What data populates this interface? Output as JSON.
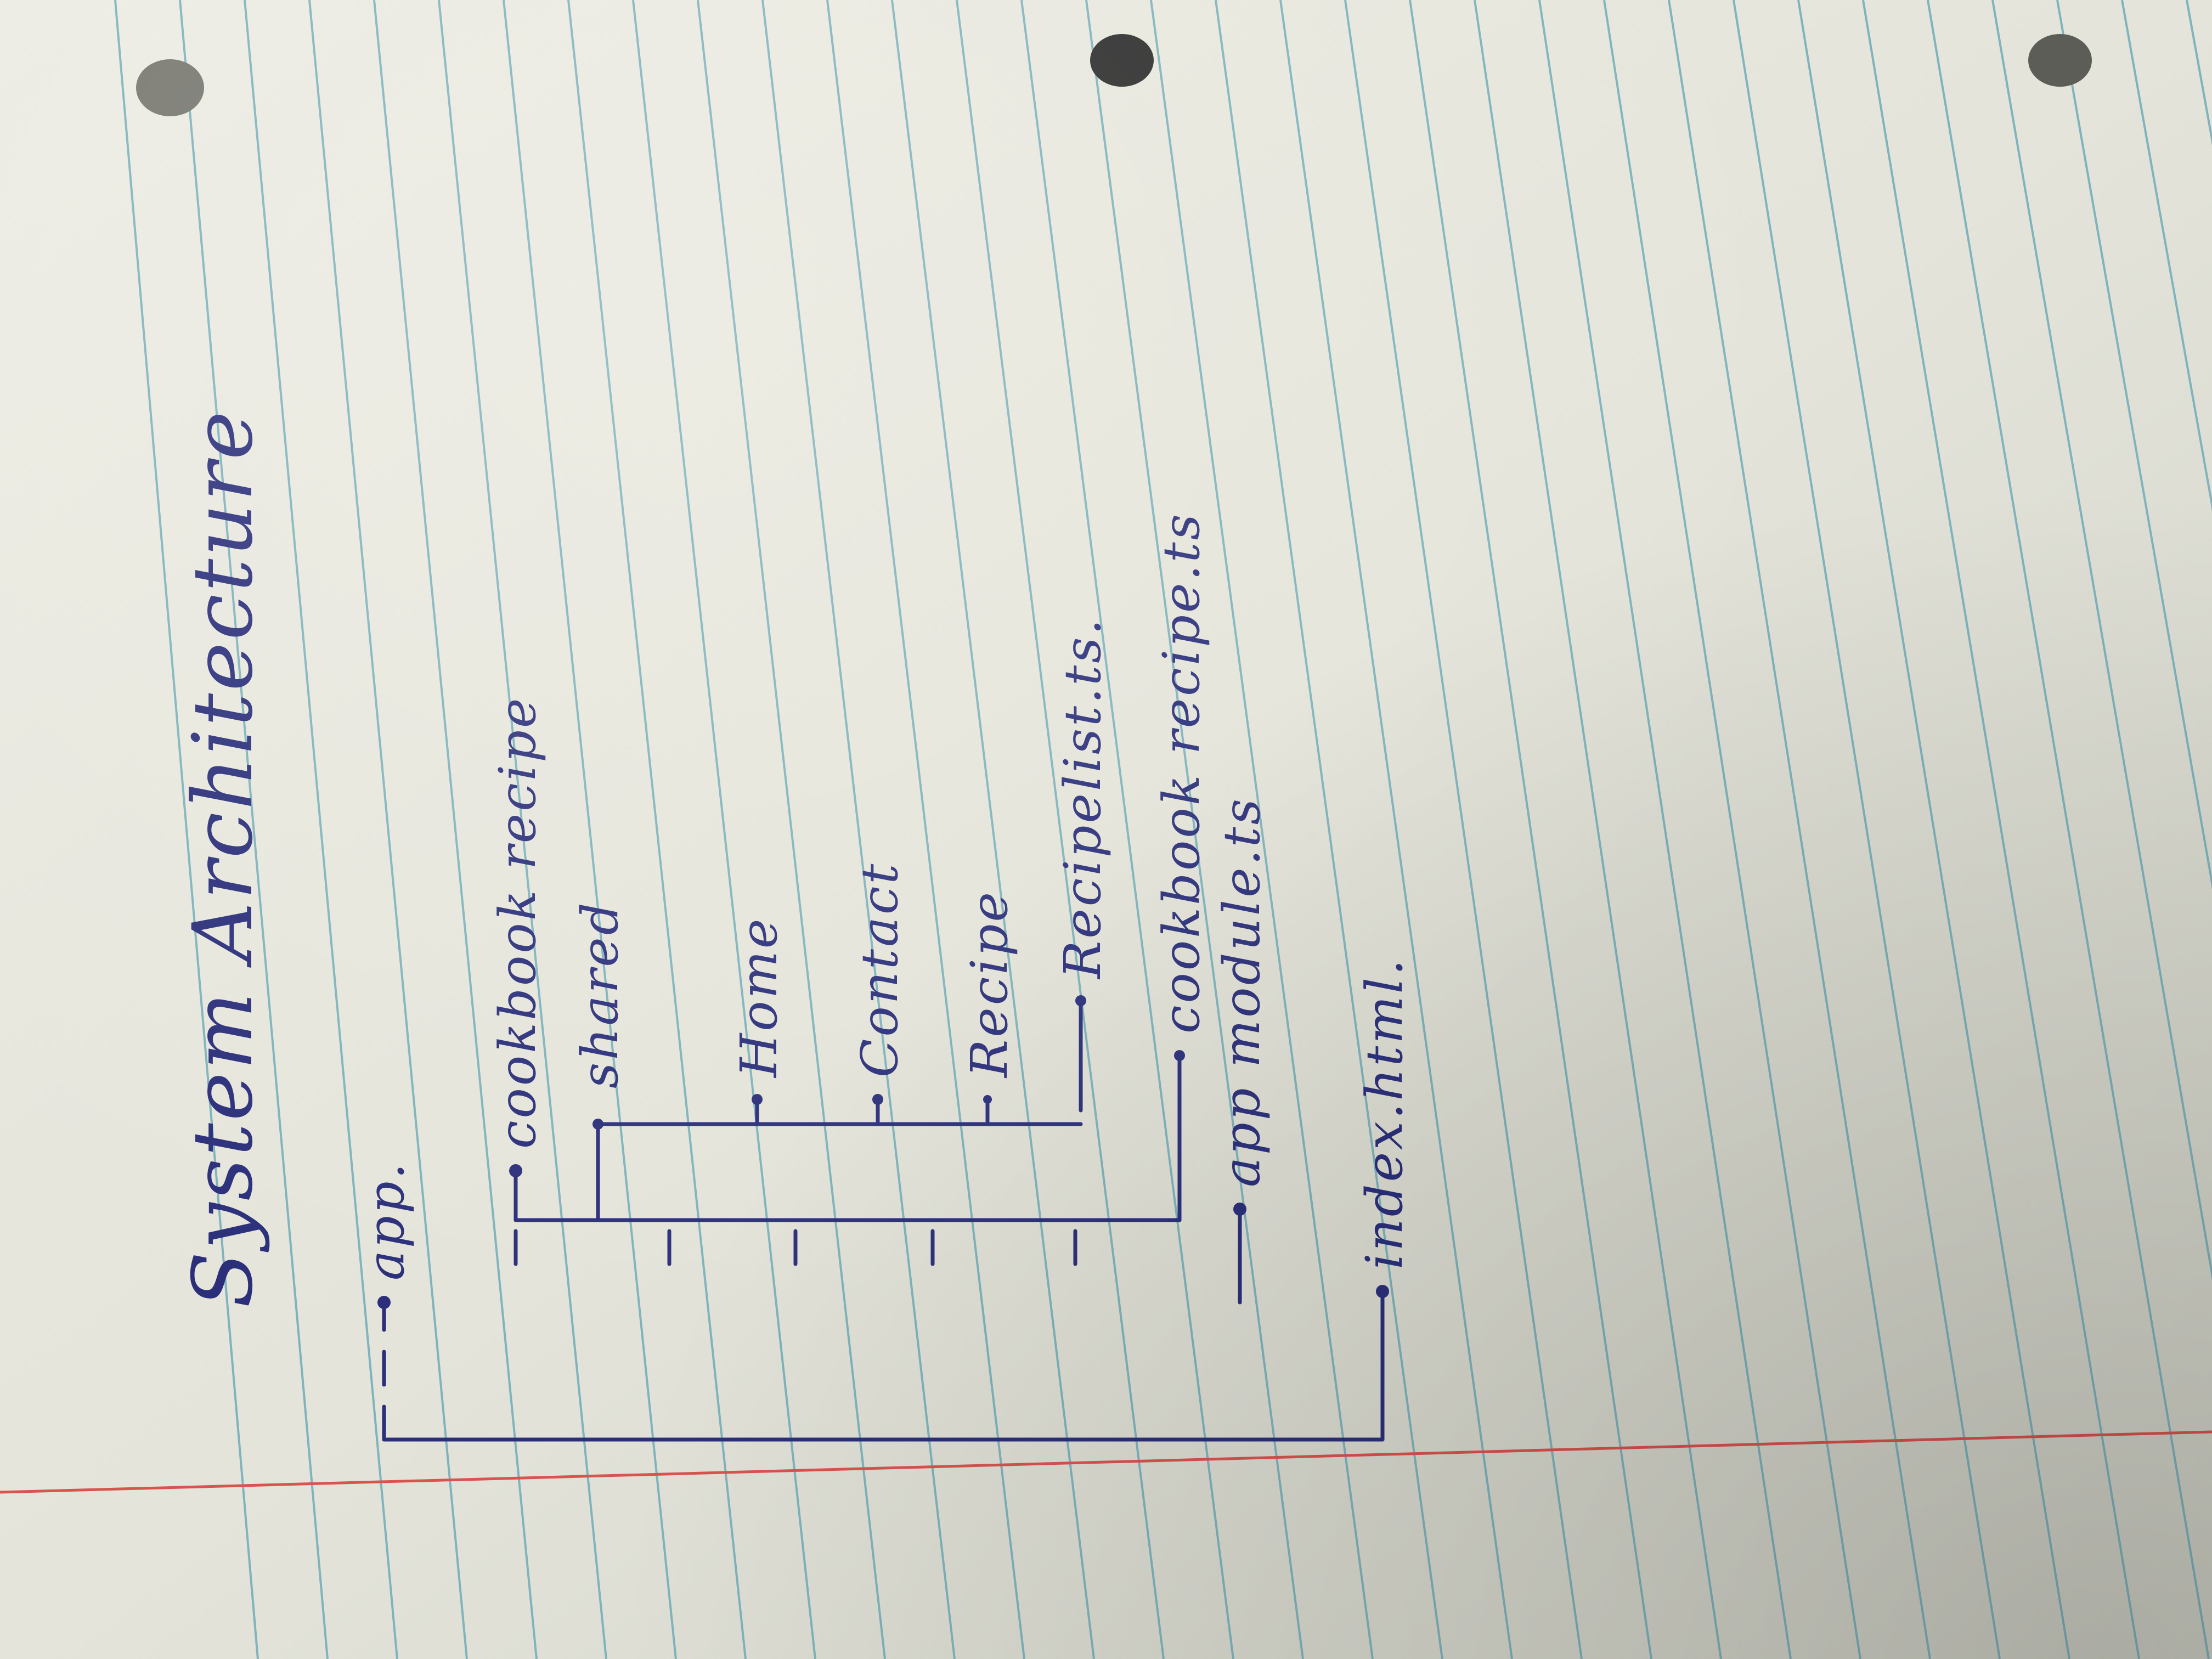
{
  "diagram": {
    "title": "System Architecture",
    "nodes": [
      {
        "id": "app",
        "label": "app."
      },
      {
        "id": "cookbook-recipe",
        "label": "cookbook recipe"
      },
      {
        "id": "shared",
        "label": "shared"
      },
      {
        "id": "home",
        "label": "Home"
      },
      {
        "id": "contact",
        "label": "Contact"
      },
      {
        "id": "recipe",
        "label": "Recipe"
      },
      {
        "id": "recipe-list-ts",
        "label": "Recipelist.ts."
      },
      {
        "id": "cookbook-recipe-ts",
        "label": "cookbook recipe.ts"
      },
      {
        "id": "app-module-ts",
        "label": "app module.ts"
      },
      {
        "id": "index-html",
        "label": "index.html."
      }
    ]
  },
  "colors": {
    "ink": "#2b2f7a",
    "rule_lines": "#7fb3bd",
    "margin_line": "#d9534f",
    "paper": "#ebebe2"
  }
}
